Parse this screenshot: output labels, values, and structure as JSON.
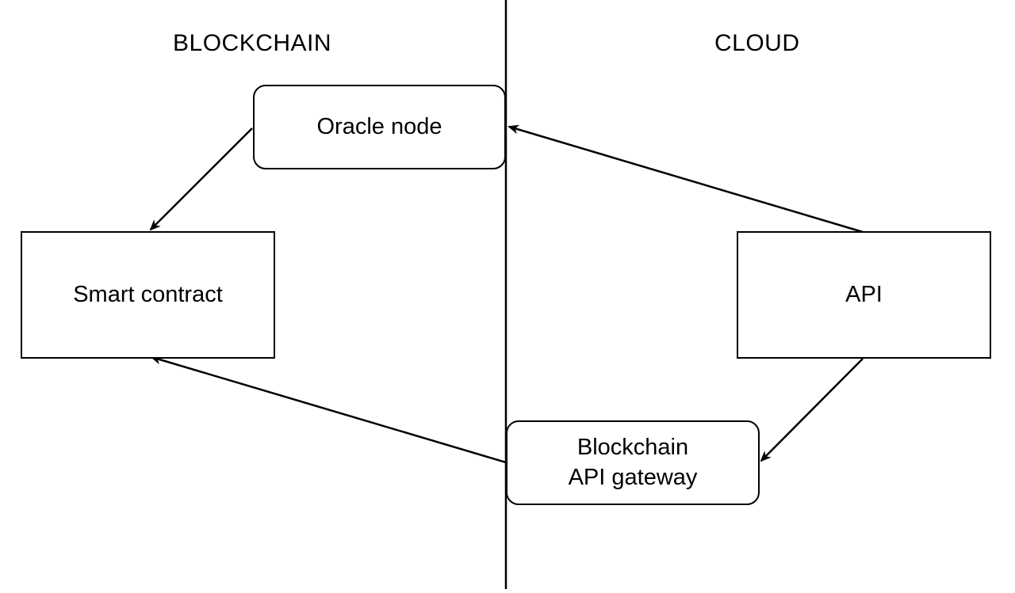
{
  "sections": {
    "left_title": "BLOCKCHAIN",
    "right_title": "CLOUD"
  },
  "nodes": {
    "oracle_node": "Oracle node",
    "smart_contract": "Smart contract",
    "api": "API",
    "gateway_line1": "Blockchain",
    "gateway_line2": "API gateway"
  },
  "edges": [
    {
      "from": "api",
      "to": "oracle_node"
    },
    {
      "from": "oracle_node",
      "to": "smart_contract"
    },
    {
      "from": "api",
      "to": "blockchain_api_gateway"
    },
    {
      "from": "blockchain_api_gateway",
      "to": "smart_contract"
    }
  ],
  "colors": {
    "stroke": "#000000",
    "background": "#ffffff"
  }
}
